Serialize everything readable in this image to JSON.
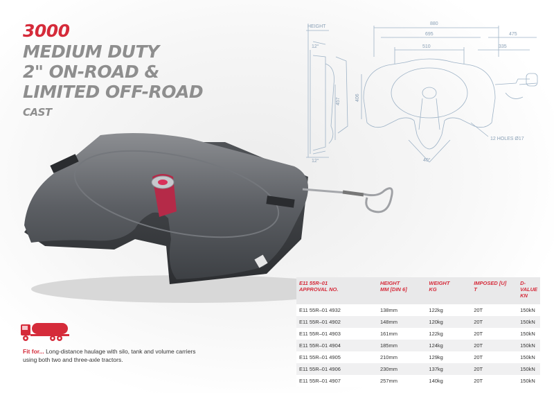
{
  "header": {
    "model": "3000",
    "title_lines": [
      "MEDIUM DUTY",
      "2\" ON-ROAD &",
      "LIMITED OFF-ROAD"
    ],
    "material": "CAST"
  },
  "drawing": {
    "labels": {
      "height": "HEIGHT",
      "angle_top": "12°",
      "angle_bottom": "12°",
      "depth": "457",
      "dim_880": "880",
      "dim_695": "695",
      "dim_510": "510",
      "dim_475": "475",
      "dim_335": "335",
      "dim_406": "406",
      "holes": "12 HOLES Ø17",
      "angle_40": "40°"
    }
  },
  "fit_for": {
    "lead": "Fit for...",
    "text": " Long-distance haulage with silo, tank and volume carriers using both two and three-axle tractors."
  },
  "table": {
    "headers": [
      "E11 55R–01\nAPPROVAL NO.",
      "HEIGHT\nMM [DIN 6]",
      "WEIGHT\nKG",
      "IMPOSED [U]\nT",
      "D-VALUE\nKN"
    ],
    "rows": [
      [
        "E11 55R–01 4932",
        "138mm",
        "122kg",
        "20T",
        "150kN"
      ],
      [
        "E11 55R–01 4902",
        "148mm",
        "120kg",
        "20T",
        "150kN"
      ],
      [
        "E11 55R–01 4903",
        "161mm",
        "122kg",
        "20T",
        "150kN"
      ],
      [
        "E11 55R–01 4904",
        "185mm",
        "124kg",
        "20T",
        "150kN"
      ],
      [
        "E11 55R–01 4905",
        "210mm",
        "129kg",
        "20T",
        "150kN"
      ],
      [
        "E11 55R–01 4906",
        "230mm",
        "137kg",
        "20T",
        "150kN"
      ],
      [
        "E11 55R–01 4907",
        "257mm",
        "140kg",
        "20T",
        "150kN"
      ]
    ]
  },
  "colors": {
    "accent": "#d52b3a",
    "title_grey": "#8e8e8e",
    "drawing_line": "#9db2c6"
  }
}
